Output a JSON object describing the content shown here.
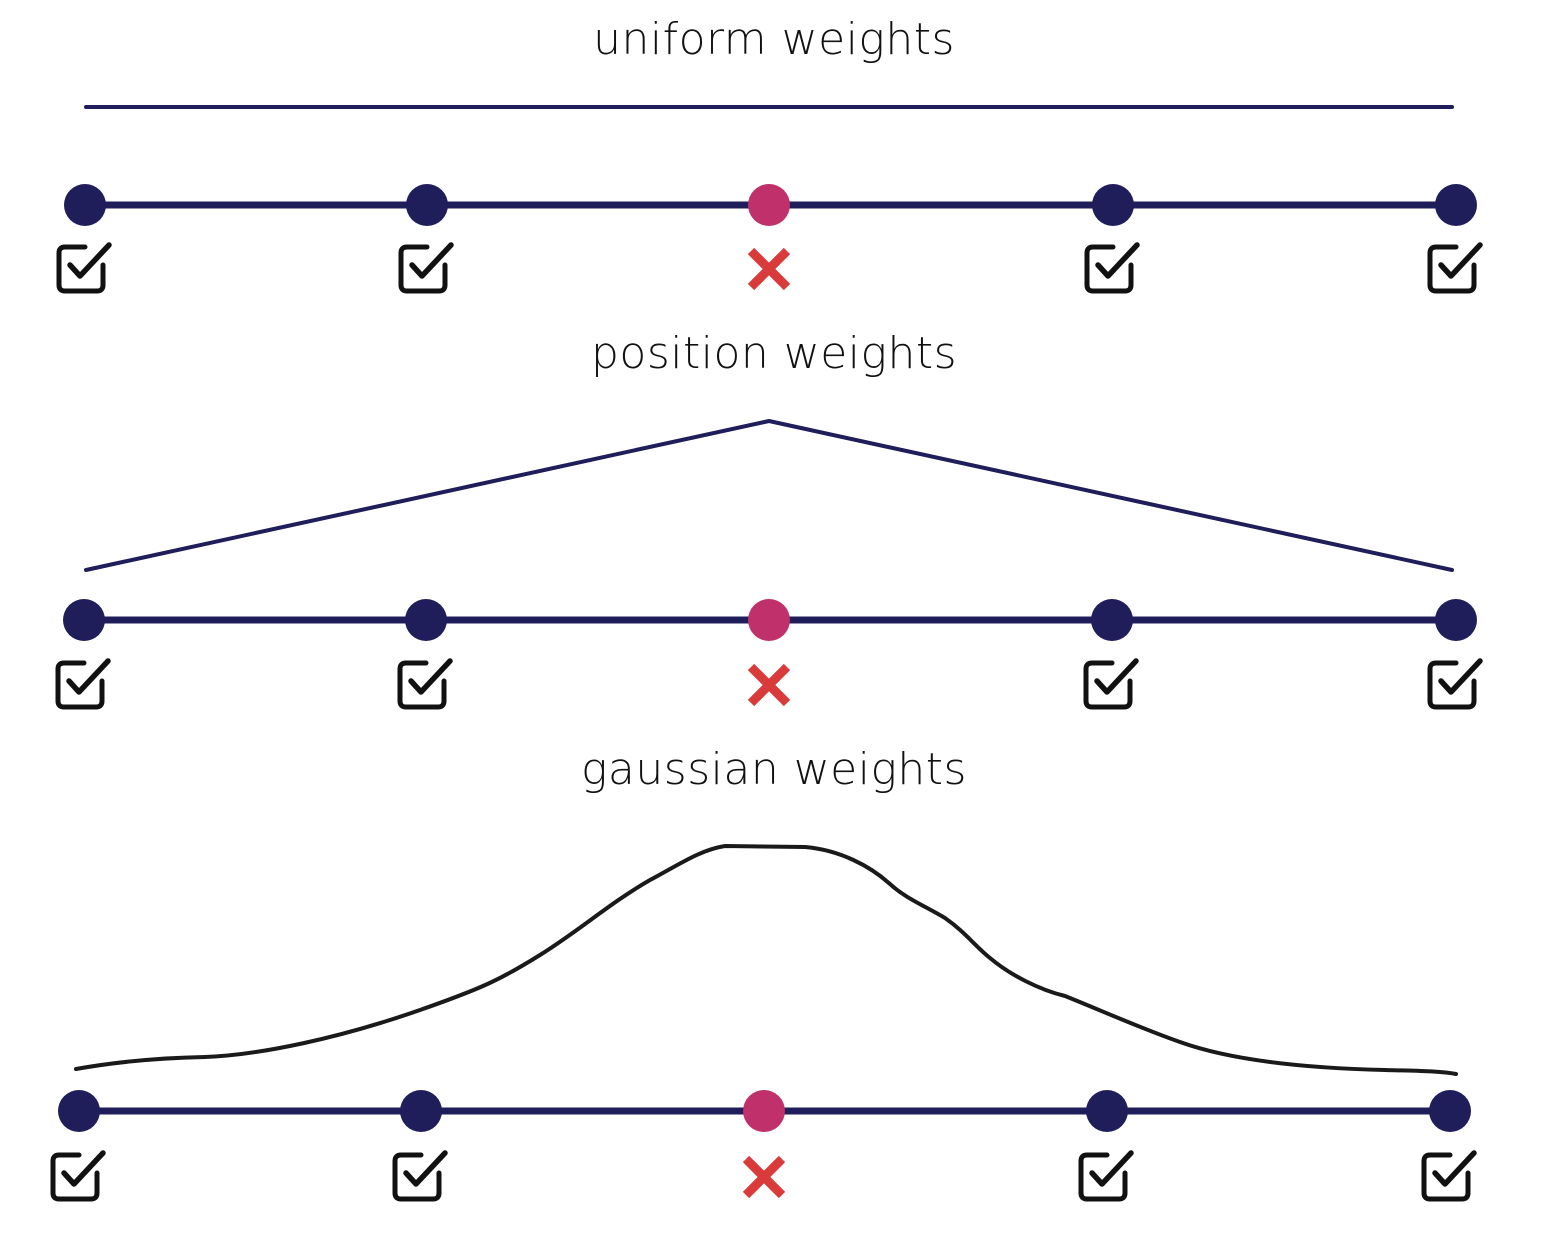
{
  "panels": [
    {
      "title": "uniform weights",
      "weight_shape": "uniform",
      "points": [
        {
          "role": "context",
          "status": "check"
        },
        {
          "role": "context",
          "status": "check"
        },
        {
          "role": "target",
          "status": "cross"
        },
        {
          "role": "context",
          "status": "check"
        },
        {
          "role": "context",
          "status": "check"
        }
      ]
    },
    {
      "title": "position weights",
      "weight_shape": "triangular",
      "points": [
        {
          "role": "context",
          "status": "check"
        },
        {
          "role": "context",
          "status": "check"
        },
        {
          "role": "target",
          "status": "cross"
        },
        {
          "role": "context",
          "status": "check"
        },
        {
          "role": "context",
          "status": "check"
        }
      ]
    },
    {
      "title": "gaussian weights",
      "weight_shape": "gaussian",
      "points": [
        {
          "role": "context",
          "status": "check"
        },
        {
          "role": "context",
          "status": "check"
        },
        {
          "role": "target",
          "status": "cross"
        },
        {
          "role": "context",
          "status": "check"
        },
        {
          "role": "context",
          "status": "check"
        }
      ]
    }
  ],
  "colors": {
    "line": "#1f1d5a",
    "context_node": "#1f1d5a",
    "target_node": "#c0306a",
    "cross": "#d93a3a",
    "check": "#111111",
    "curve": "#1a1a1a"
  }
}
